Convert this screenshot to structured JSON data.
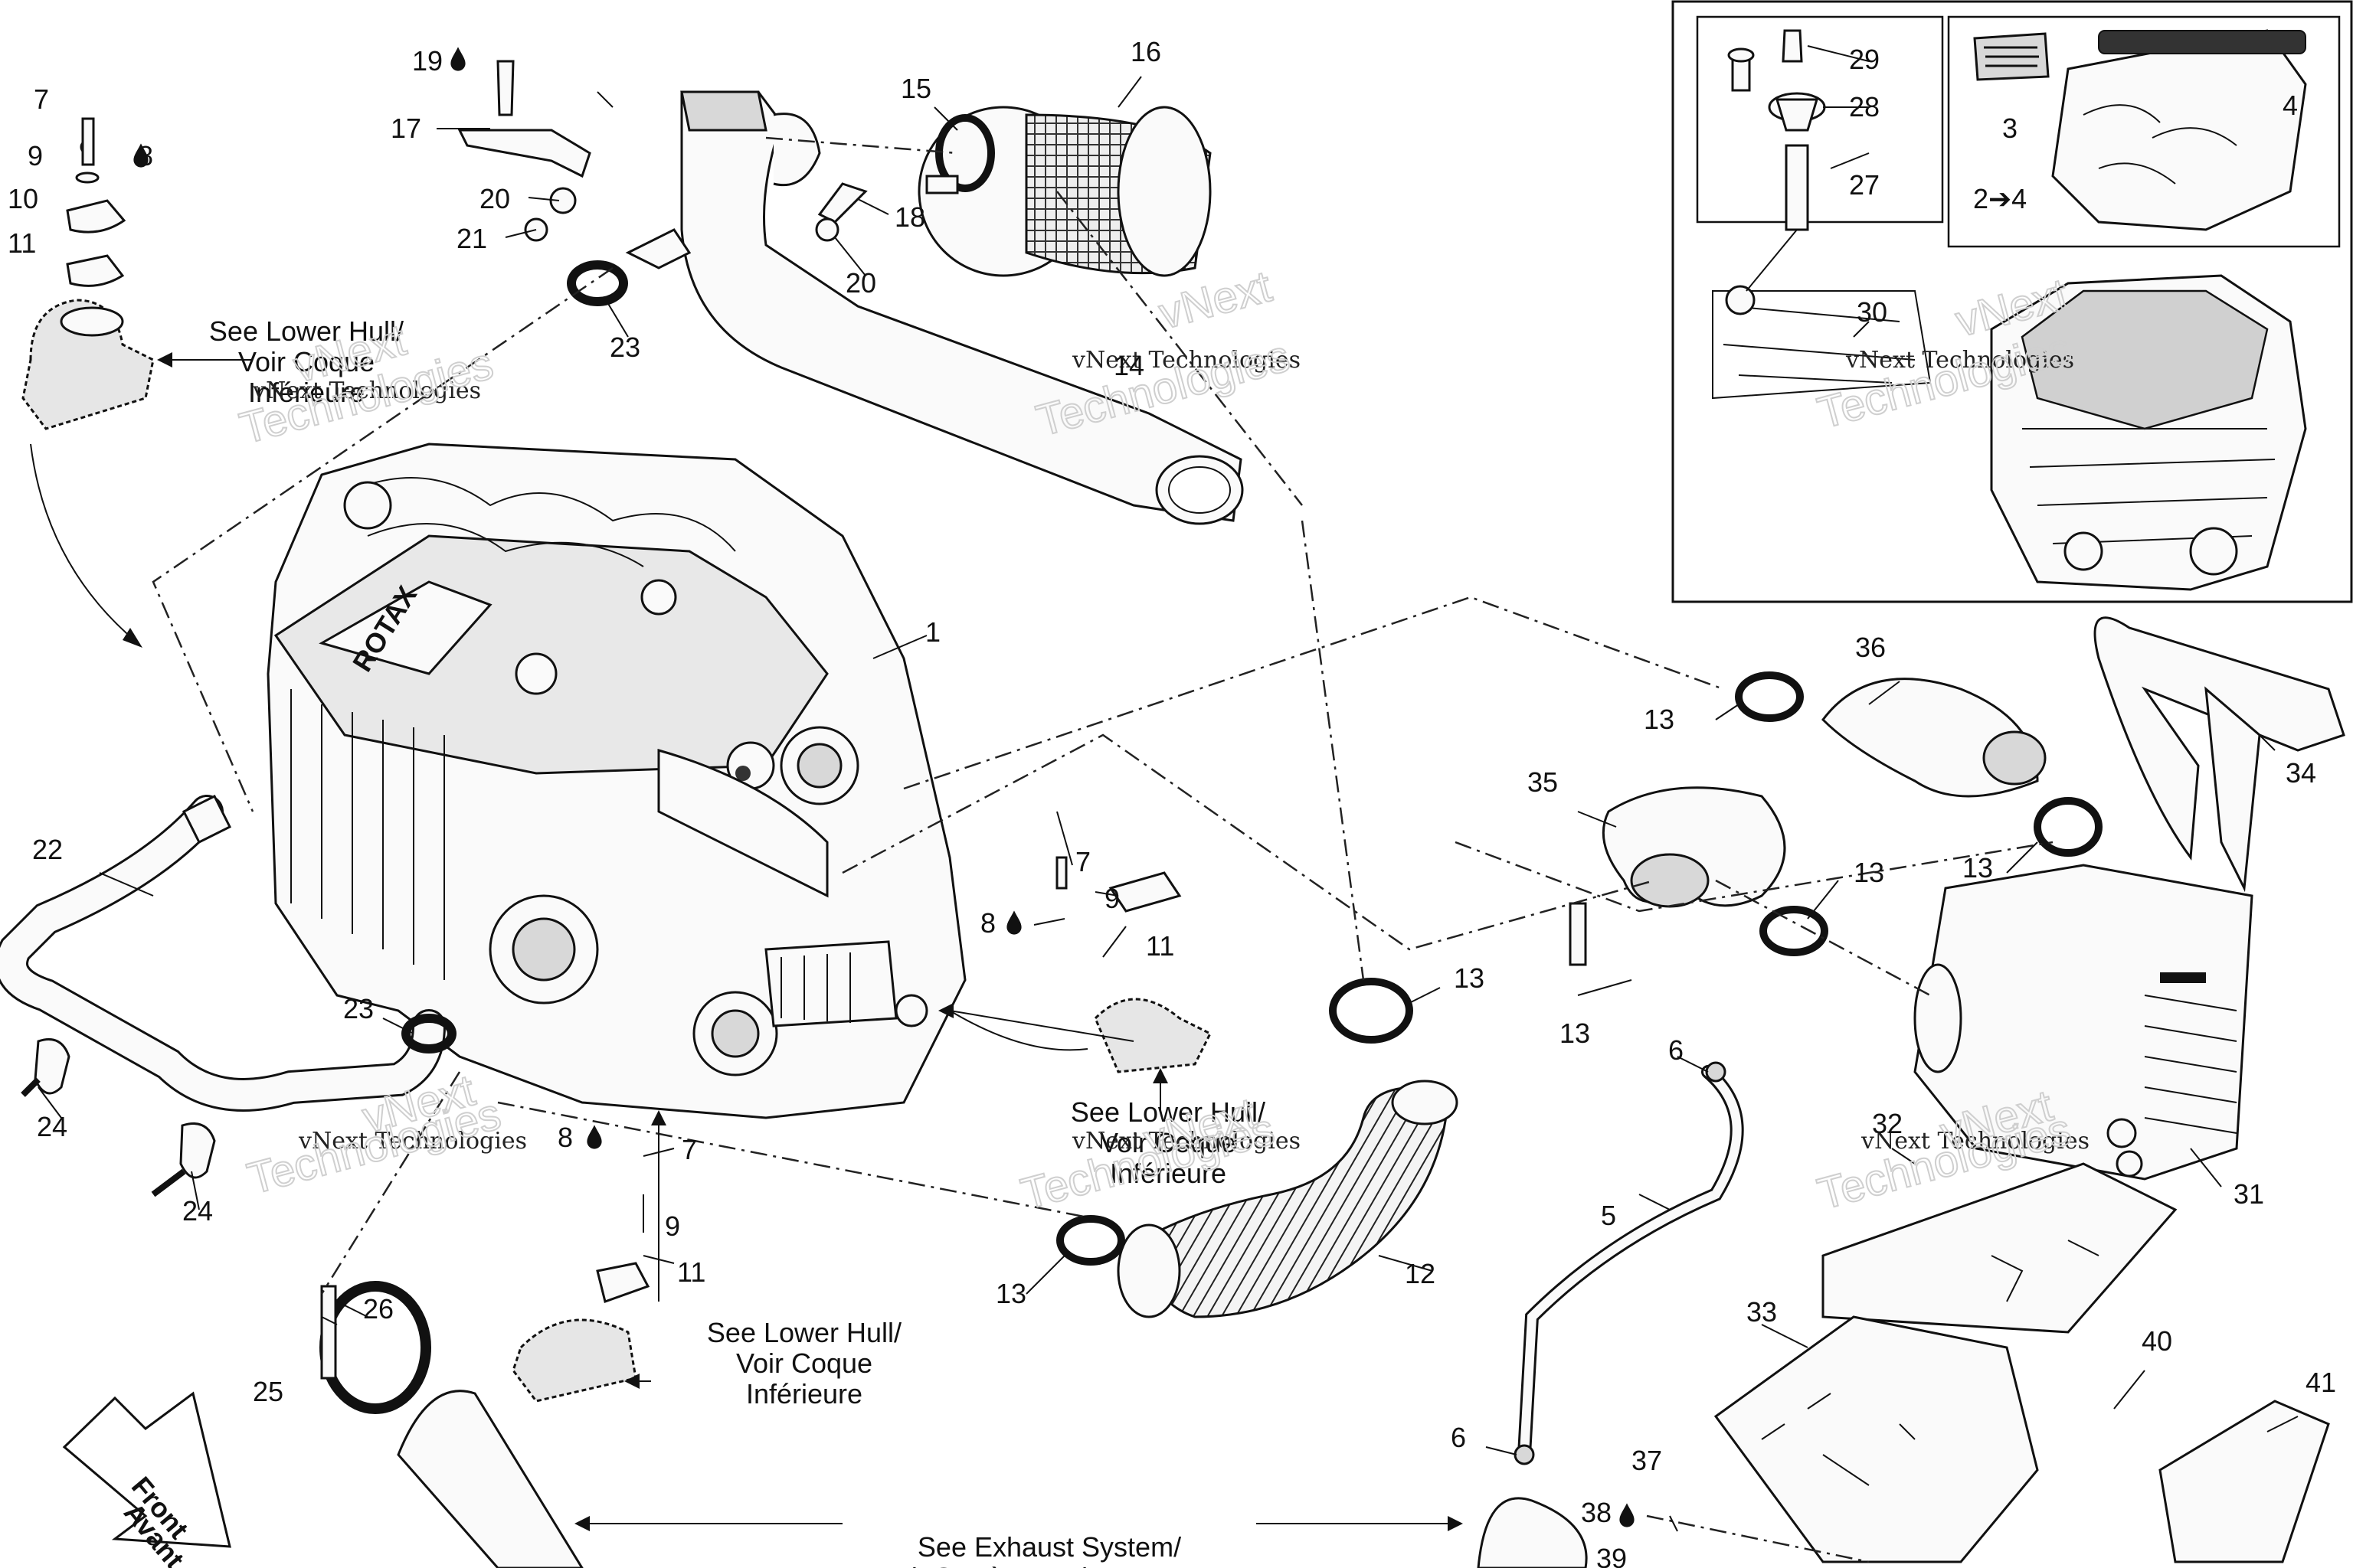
{
  "callouts": [
    {
      "id": "c1",
      "text": "1"
    },
    {
      "id": "c2",
      "text": "2"
    },
    {
      "id": "c3",
      "text": "3"
    },
    {
      "id": "c4",
      "text": "4"
    },
    {
      "id": "c5",
      "text": "5"
    },
    {
      "id": "c6a",
      "text": "6"
    },
    {
      "id": "c6b",
      "text": "6"
    },
    {
      "id": "c7a",
      "text": "7"
    },
    {
      "id": "c7b",
      "text": "7"
    },
    {
      "id": "c7c",
      "text": "7"
    },
    {
      "id": "c8a",
      "text": "8"
    },
    {
      "id": "c8b",
      "text": "8"
    },
    {
      "id": "c8c",
      "text": "8"
    },
    {
      "id": "c9a",
      "text": "9"
    },
    {
      "id": "c9b",
      "text": "9"
    },
    {
      "id": "c9c",
      "text": "9"
    },
    {
      "id": "c10",
      "text": "10"
    },
    {
      "id": "c11a",
      "text": "11"
    },
    {
      "id": "c11b",
      "text": "11"
    },
    {
      "id": "c11c",
      "text": "11"
    },
    {
      "id": "c12",
      "text": "12"
    },
    {
      "id": "c13a",
      "text": "13"
    },
    {
      "id": "c13b",
      "text": "13"
    },
    {
      "id": "c13c",
      "text": "13"
    },
    {
      "id": "c13d",
      "text": "13"
    },
    {
      "id": "c13e",
      "text": "13"
    },
    {
      "id": "c13f",
      "text": "13"
    },
    {
      "id": "c14",
      "text": "14"
    },
    {
      "id": "c15",
      "text": "15"
    },
    {
      "id": "c16",
      "text": "16"
    },
    {
      "id": "c17",
      "text": "17"
    },
    {
      "id": "c18",
      "text": "18"
    },
    {
      "id": "c19",
      "text": "19"
    },
    {
      "id": "c20a",
      "text": "20"
    },
    {
      "id": "c20b",
      "text": "20"
    },
    {
      "id": "c21",
      "text": "21"
    },
    {
      "id": "c22",
      "text": "22"
    },
    {
      "id": "c23a",
      "text": "23"
    },
    {
      "id": "c23b",
      "text": "23"
    },
    {
      "id": "c24a",
      "text": "24"
    },
    {
      "id": "c24b",
      "text": "24"
    },
    {
      "id": "c25",
      "text": "25"
    },
    {
      "id": "c26",
      "text": "26"
    },
    {
      "id": "c27",
      "text": "27"
    },
    {
      "id": "c28",
      "text": "28"
    },
    {
      "id": "c29",
      "text": "29"
    },
    {
      "id": "c30",
      "text": "30"
    },
    {
      "id": "c31",
      "text": "31"
    },
    {
      "id": "c32",
      "text": "32"
    },
    {
      "id": "c33",
      "text": "33"
    },
    {
      "id": "c34",
      "text": "34"
    },
    {
      "id": "c35",
      "text": "35"
    },
    {
      "id": "c36",
      "text": "36"
    },
    {
      "id": "c37",
      "text": "37"
    },
    {
      "id": "c38",
      "text": "38"
    },
    {
      "id": "c39",
      "text": "39"
    },
    {
      "id": "c40",
      "text": "40"
    },
    {
      "id": "c41",
      "text": "41"
    }
  ],
  "notes": {
    "lower_hull": [
      "See Lower Hull/",
      "Voir Coque",
      "Inférieure"
    ],
    "exhaust": [
      "See Exhaust System/",
      "Voir Système Echappement"
    ],
    "front_arrow": [
      "Front",
      "Avant"
    ],
    "engine_brand": "ROTAX",
    "inset_range": "2➔4"
  },
  "watermark": {
    "company": "vNext Technologies",
    "line1": "vNext",
    "line2": "Technologies"
  },
  "icons": {
    "lubricant": "drop-icon"
  }
}
